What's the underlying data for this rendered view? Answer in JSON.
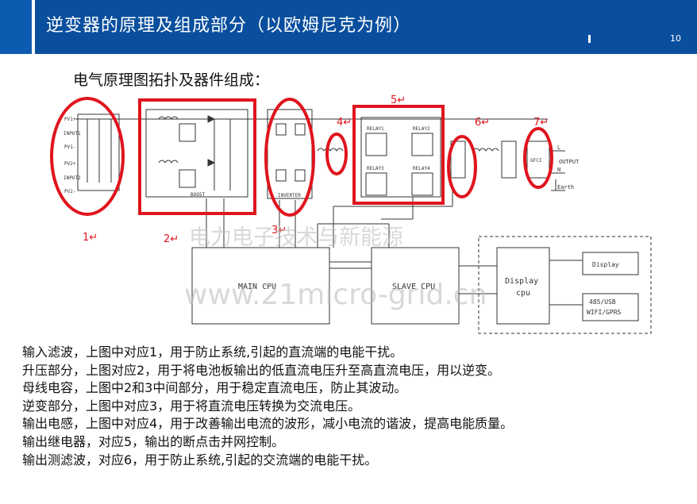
{
  "header": {
    "title": "逆变器的原理及组成部分（以欧姆尼克为例）",
    "page_number": "10",
    "separator": "I"
  },
  "subtitle": "电气原理图拓扑及器件组成：",
  "diagram": {
    "markers": [
      "1↵",
      "2↵",
      "3↵",
      "4↵",
      "5↵",
      "6↵",
      "7↵"
    ],
    "input_labels": [
      "PV1+",
      "INPUT1",
      "PV1-",
      "PV2+",
      "INPUT2",
      "PV2-"
    ],
    "boost_label": "BOOST",
    "inverter_label": "INVERTER",
    "relay_labels": [
      "RELAY1",
      "RELAY2",
      "RELAY3",
      "RELAY4"
    ],
    "gfci_label": "GFCI",
    "output_labels": [
      "L",
      "OUTPUT",
      "N",
      "Earth"
    ],
    "main_cpu": "MAIN CPU",
    "slave_cpu": "SLAVE CPU",
    "display_cpu": [
      "Display",
      "cpu"
    ],
    "display_box": "Display",
    "comm_box": [
      "485/USB",
      "WIFI/GPRS"
    ],
    "watermark_cn": "电力电子技术与新能源",
    "watermark_url": "www.21micro-grid.cn"
  },
  "description": [
    "输入滤波，上图中对应1，用于防止系统,引起的直流端的电能干扰。",
    "升压部分，上图对应2，用于将电池板输出的低直流电压升至高直流电压，用以逆变。",
    "母线电容，上图中2和3中间部分，用于稳定直流电压，防止其波动。",
    "逆变部分，上图中对应3，用于将直流电压转换为交流电压。",
    "输出电感，上图中对应4，用于改善输出电流的波形，减小电流的谐波，提高电能质量。",
    "输出继电器，对应5，输出的断点击并网控制。",
    "输出测滤波，对应6，用于防止系统,引起的交流端的电能干扰。"
  ],
  "colors": {
    "header_blue": "#0a4f9e",
    "highlight_red": "#e0141e",
    "line": "#333333"
  }
}
